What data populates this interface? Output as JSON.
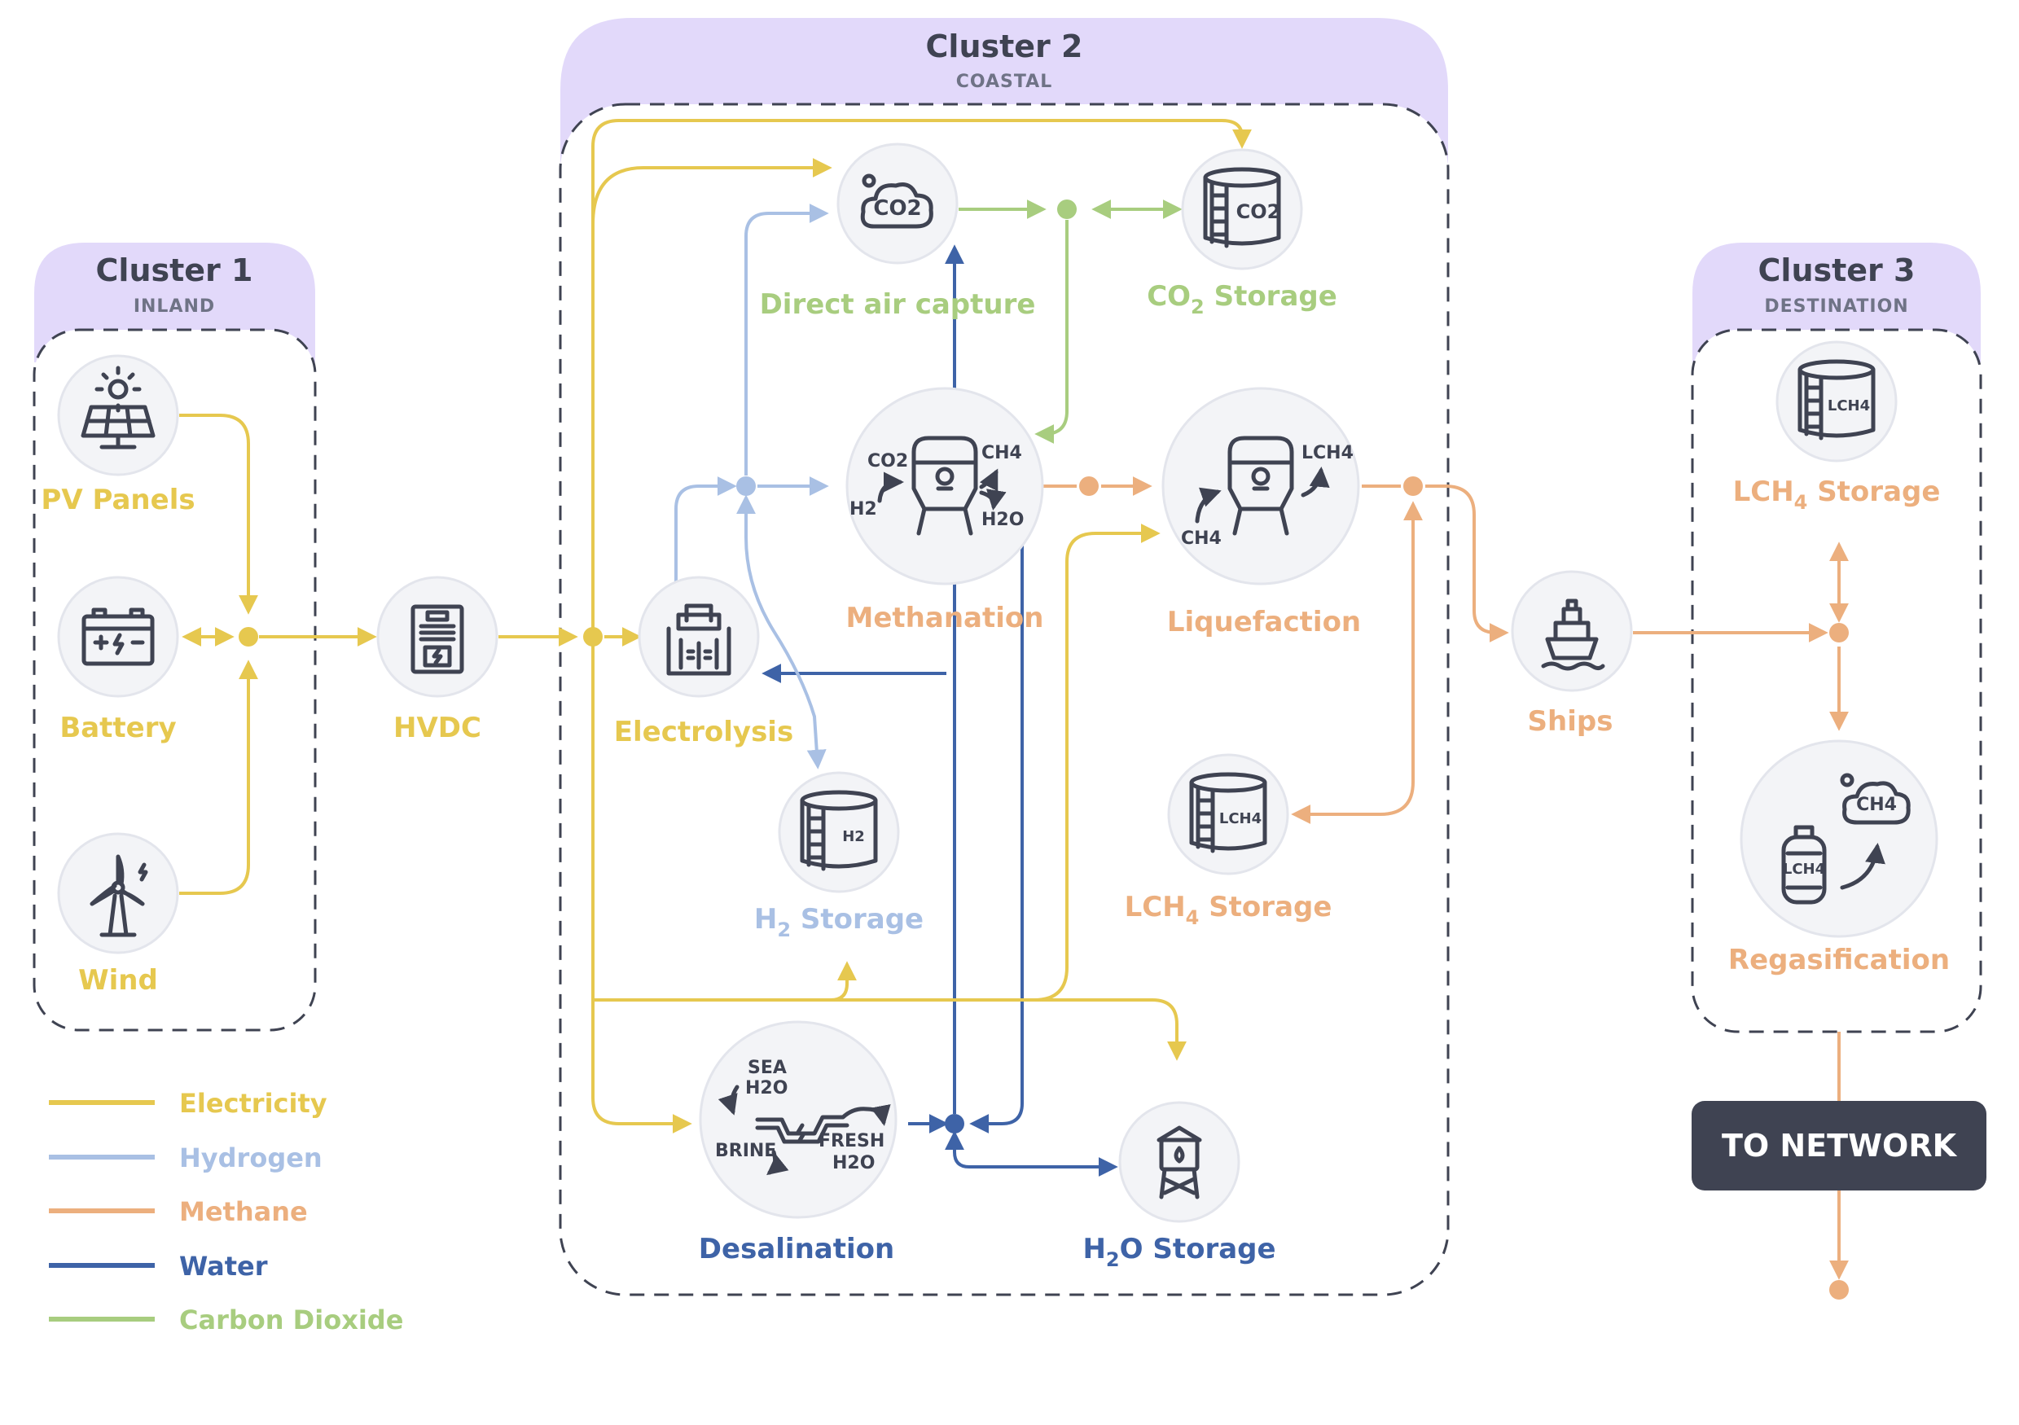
{
  "colors": {
    "electricity": "#e6c84f",
    "hydrogen": "#a9c0e4",
    "methane": "#ecaf7e",
    "water": "#3e63a7",
    "carbon_dioxide": "#a8cd7f",
    "cluster_header": "#e2d9fa",
    "node_fill": "#f3f4f7",
    "button": "#3f4352"
  },
  "clusters": [
    {
      "title": "Cluster 1",
      "subtitle": "INLAND"
    },
    {
      "title": "Cluster 2",
      "subtitle": "COASTAL"
    },
    {
      "title": "Cluster 3",
      "subtitle": "DESTINATION"
    }
  ],
  "nodes": {
    "pv_panels": {
      "label": "PV Panels",
      "icon": "solar-panel-icon"
    },
    "battery": {
      "label": "Battery",
      "icon": "battery-icon"
    },
    "wind": {
      "label": "Wind",
      "icon": "wind-turbine-icon"
    },
    "hvdc": {
      "label": "HVDC",
      "icon": "hvdc-icon"
    },
    "electrolysis": {
      "label": "Electrolysis",
      "icon": "electrolyzer-icon"
    },
    "direct_air_capture": {
      "label": "Direct air capture",
      "icon": "co2-cloud-icon",
      "icon_text": "CO2"
    },
    "co2_storage": {
      "label_main": "CO",
      "label_sub": "2",
      "label_rest": " Storage",
      "icon": "tank-icon",
      "icon_text": "CO2"
    },
    "methanation": {
      "label": "Methanation",
      "icon": "reactor-icon",
      "in1": "CO2",
      "in2": "H2",
      "out1": "CH4",
      "out2": "H2O"
    },
    "liquefaction": {
      "label": "Liquefaction",
      "icon": "reactor-icon",
      "in1": "CH4",
      "out1": "LCH4"
    },
    "h2_storage": {
      "label_main": "H",
      "label_sub": "2",
      "label_rest": " Storage",
      "icon": "tank-icon",
      "icon_text": "H2"
    },
    "lch4_storage_coastal": {
      "label_main": "LCH",
      "label_sub": "4",
      "label_rest": " Storage",
      "icon": "tank-icon",
      "icon_text": "LCH4"
    },
    "desalination": {
      "label": "Desalination",
      "icon": "desalination-icon",
      "t1": "SEA",
      "t2": "H2O",
      "t3": "BRINE",
      "t4": "FRESH",
      "t5": "H2O"
    },
    "h2o_storage": {
      "label_main": "H",
      "label_sub": "2",
      "label_rest": "O Storage",
      "icon": "water-tower-icon"
    },
    "ships": {
      "label": "Ships",
      "icon": "ship-icon"
    },
    "lch4_storage_destination": {
      "label_main": "LCH",
      "label_sub": "4",
      "label_rest": " Storage",
      "icon": "tank-icon",
      "icon_text": "LCH4"
    },
    "regasification": {
      "label": "Regasification",
      "icon": "gas-cylinder-icon",
      "icon_text": "LCH4",
      "cloud_text": "CH4"
    }
  },
  "button": {
    "label": "TO NETWORK"
  },
  "legend": [
    {
      "label": "Electricity",
      "color": "#e6c84f"
    },
    {
      "label": "Hydrogen",
      "color": "#a9c0e4"
    },
    {
      "label": "Methane",
      "color": "#ecaf7e"
    },
    {
      "label": "Water",
      "color": "#3e63a7"
    },
    {
      "label": "Carbon Dioxide",
      "color": "#a8cd7f"
    }
  ]
}
